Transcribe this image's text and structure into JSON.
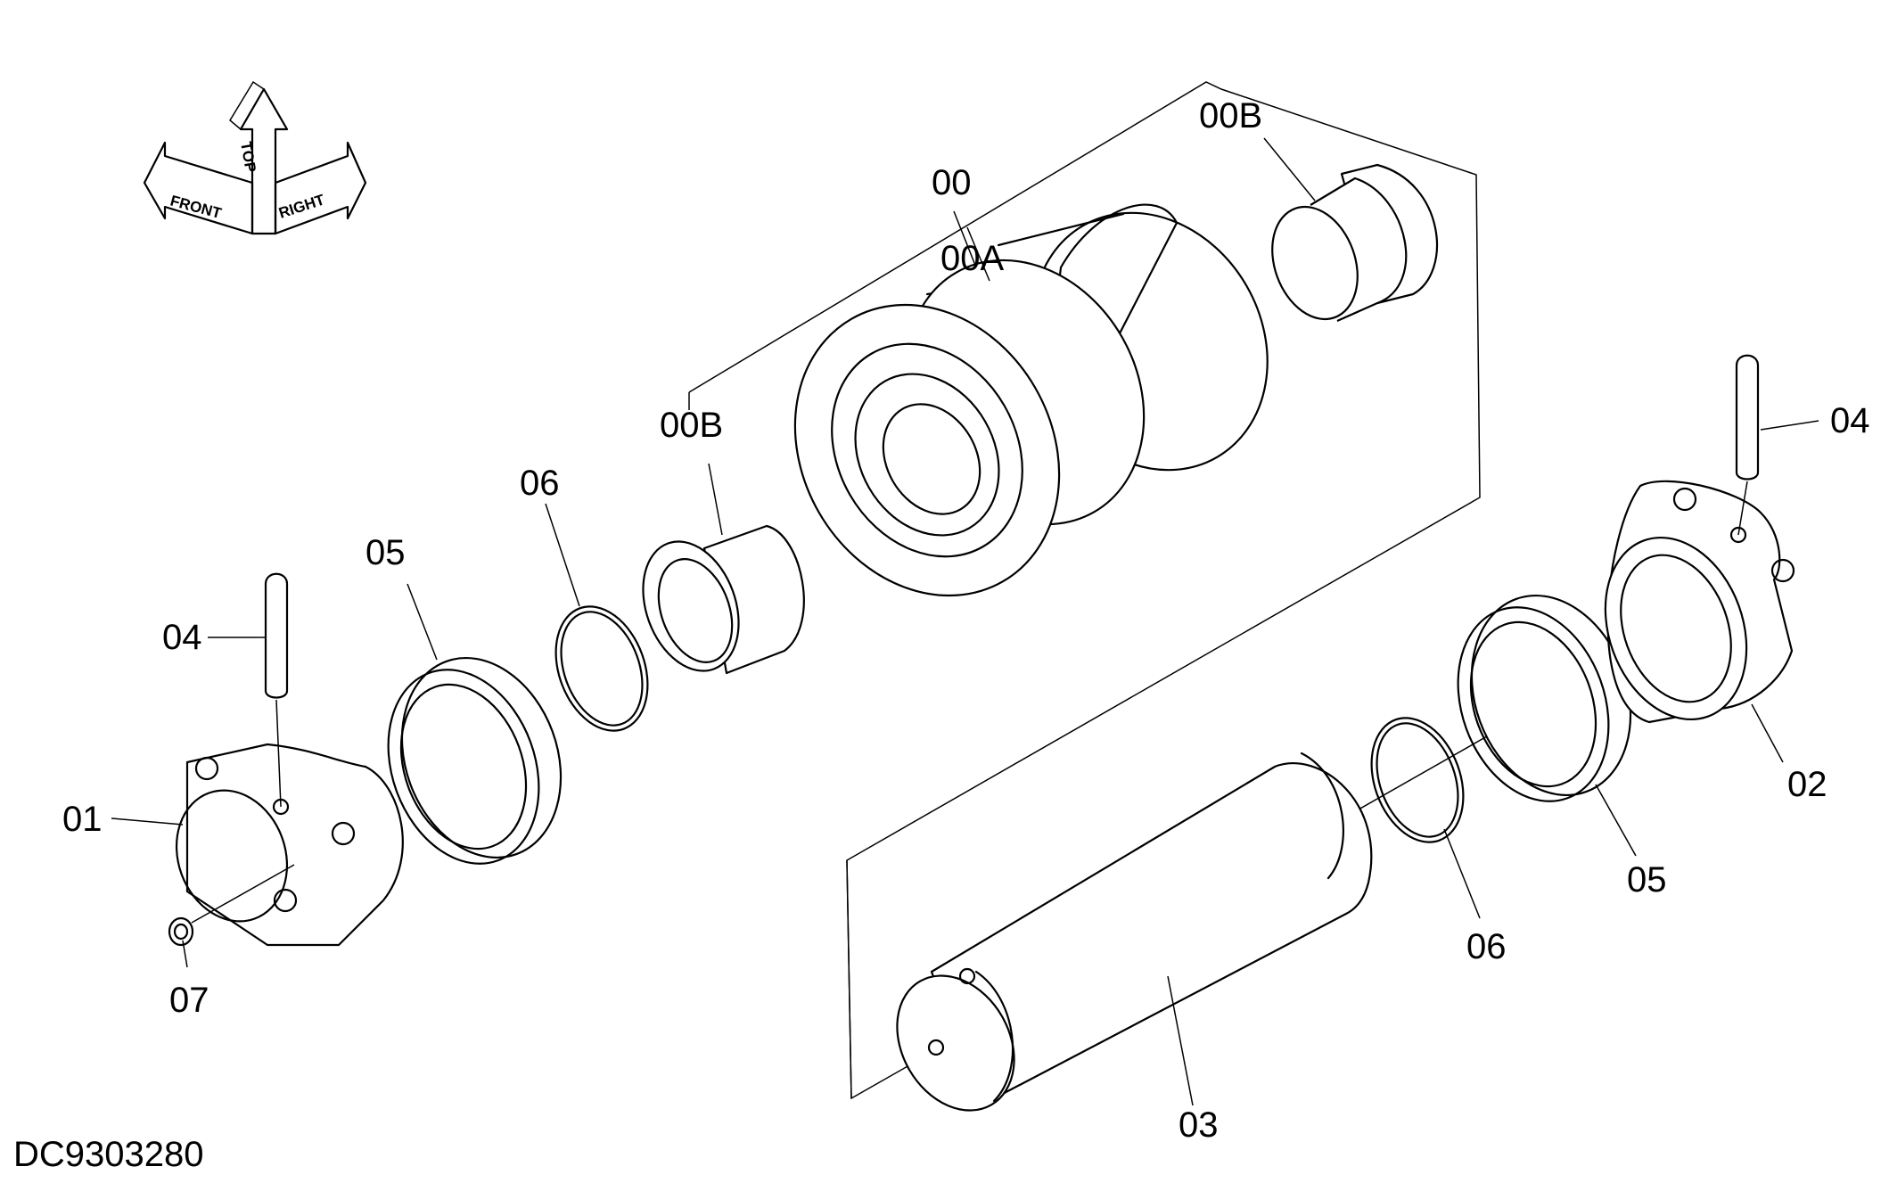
{
  "drawing_id": "DC9303280",
  "orientation": {
    "front": "FRONT",
    "top": "TOP",
    "right": "RIGHT"
  },
  "callouts": {
    "c00": "00",
    "c00A": "00A",
    "c00B_upper": "00B",
    "c00B_lower": "00B",
    "c01": "01",
    "c02": "02",
    "c03": "03",
    "c04_left": "04",
    "c04_right": "04",
    "c05_left": "05",
    "c05_right": "05",
    "c06_left": "06",
    "c06_right": "06",
    "c07": "07"
  }
}
